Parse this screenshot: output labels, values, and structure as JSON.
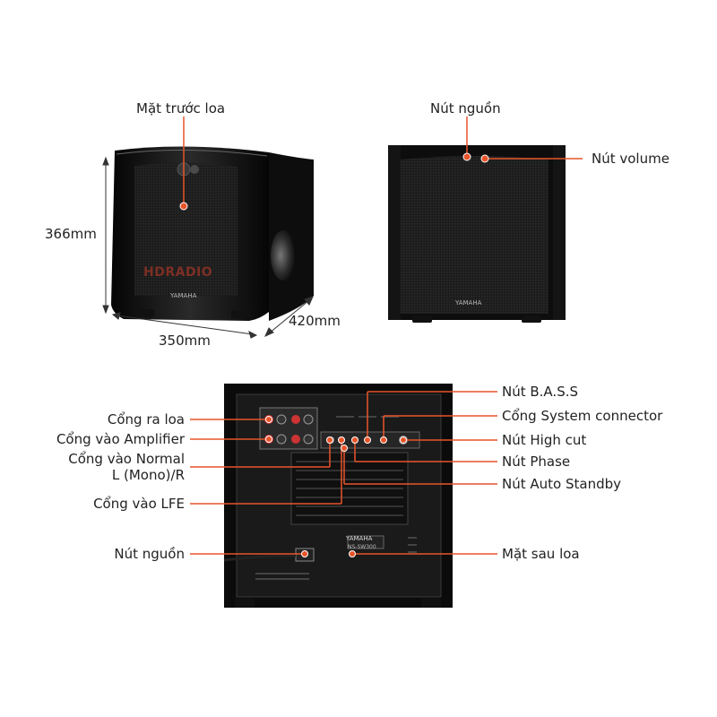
{
  "front_view": {
    "label": "Mặt trước loa",
    "height_dim": "366mm",
    "width_dim": "350mm",
    "depth_dim": "420mm",
    "watermark": "HDRADIO",
    "brand": "YAMAHA"
  },
  "grille_view": {
    "power_label": "Nút nguồn",
    "volume_label": "Nút volume",
    "brand": "YAMAHA"
  },
  "rear_view": {
    "left_labels": [
      "Cổng ra loa",
      "Cổng vào Amplifier",
      "Cổng vào Normal",
      "L (Mono)/R",
      "Cổng vào LFE",
      "Nút nguồn"
    ],
    "right_labels": [
      "Nút B.A.S.S",
      "Cổng System connector",
      "Nút High cut",
      "Nút Phase",
      "Nút Auto Standby",
      "Mặt sau loa"
    ],
    "brand": "YAMAHA",
    "model": "NS-SW300"
  },
  "colors": {
    "accent": "#e8542a",
    "cabinet": "#121212",
    "label": "#222222"
  }
}
